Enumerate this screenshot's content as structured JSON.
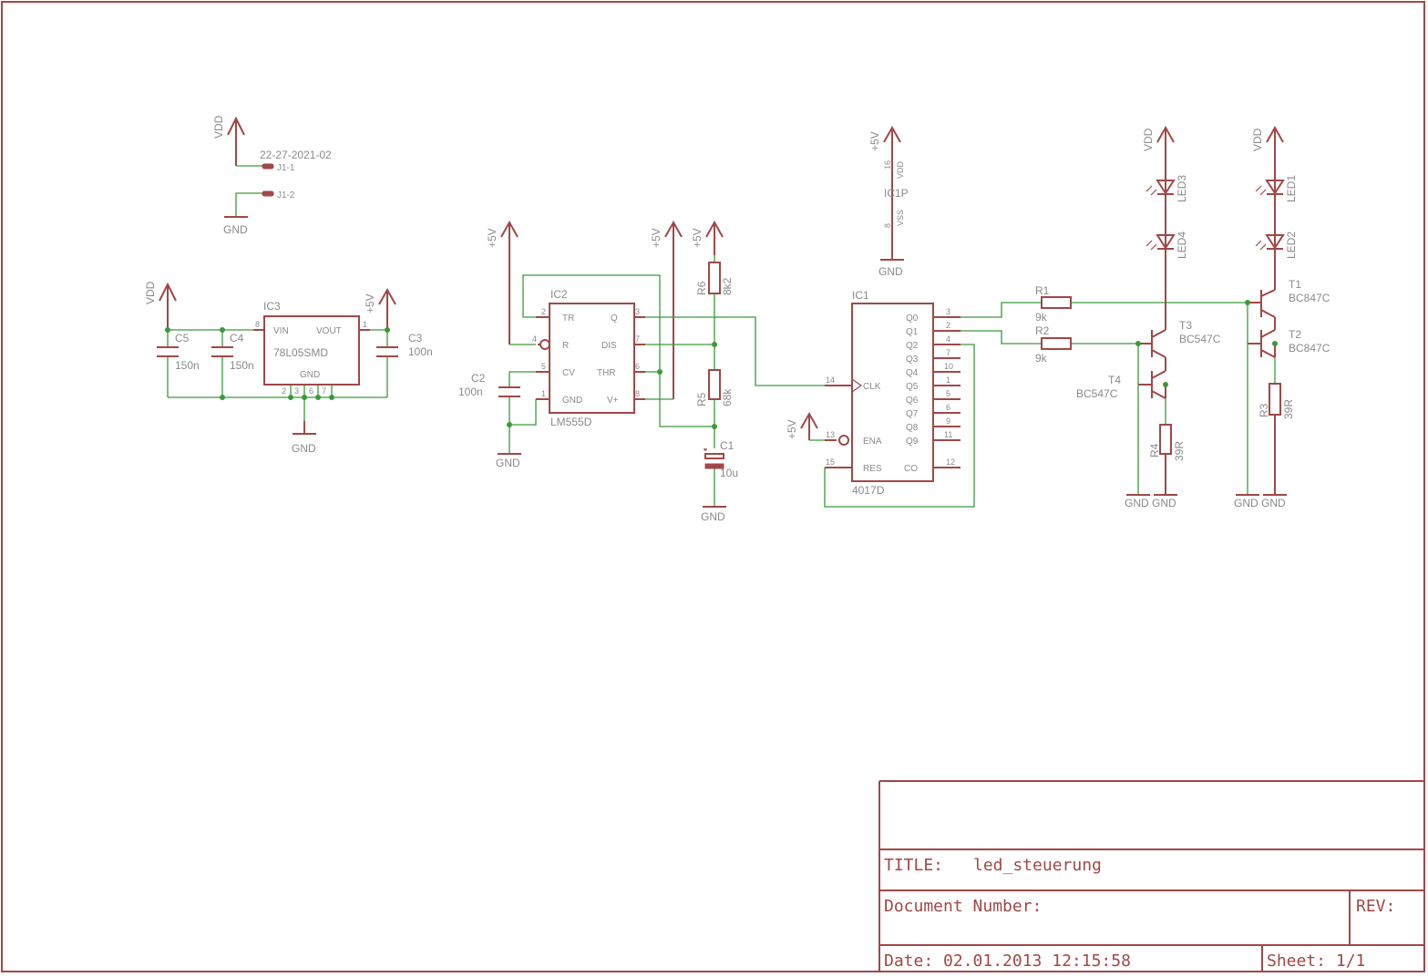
{
  "frame": {
    "title_label": "TITLE:",
    "title": "led_steuerung",
    "doc_number_label": "Document Number:",
    "rev_label": "REV:",
    "date": "Date: 02.01.2013 12:15:58",
    "sheet": "Sheet: 1/1"
  },
  "power": {
    "vdd": "VDD",
    "p5v": "+5V",
    "gnd": "GND"
  },
  "connector": {
    "part": "22-27-2021-02",
    "pin1": "J1-1",
    "pin2": "J1-2"
  },
  "regulator": {
    "name": "IC3",
    "value": "78L05SMD",
    "vin": "VIN",
    "vout": "VOUT",
    "gnd": "GND",
    "pin_vin": "8",
    "pin_vout": "1",
    "gnd_pins": [
      "2",
      "3",
      "6",
      "7"
    ]
  },
  "caps": {
    "c5": "C5",
    "c5_val": "150n",
    "c4": "C4",
    "c4_val": "150n",
    "c3": "C3",
    "c3_val": "100n",
    "c2": "C2",
    "c2_val": "100n",
    "c1": "C1",
    "c1_val": "10u"
  },
  "timer": {
    "name": "IC2",
    "value": "LM555D",
    "tr": "TR",
    "r": "R",
    "cv": "CV",
    "gnd": "GND",
    "q": "Q",
    "dis": "DIS",
    "thr": "THR",
    "vplus": "V+",
    "pins": [
      "2",
      "4",
      "5",
      "1",
      "3",
      "7",
      "6",
      "8"
    ]
  },
  "resistors": {
    "r6": "R6",
    "r6_val": "8k2",
    "r5": "R5",
    "r5_val": "68k",
    "r1": "R1",
    "r1_val": "9k",
    "r2": "R2",
    "r2_val": "9k",
    "r3": "R3",
    "r3_val": "39R",
    "r4": "R4",
    "r4_val": "39R"
  },
  "counter": {
    "name": "IC1",
    "value": "4017D",
    "clk": "CLK",
    "ena": "ENA",
    "res": "RES",
    "co": "CO",
    "outputs": [
      "Q0",
      "Q1",
      "Q2",
      "Q3",
      "Q4",
      "Q5",
      "Q6",
      "Q7",
      "Q8",
      "Q9"
    ],
    "output_pins": [
      "3",
      "2",
      "4",
      "7",
      "10",
      "1",
      "5",
      "6",
      "9",
      "11"
    ],
    "pin_clk": "14",
    "pin_ena": "13",
    "pin_res": "15",
    "pin_co": "12"
  },
  "counter_power": {
    "name": "IC1P",
    "pin_vdd": "16",
    "vdd": "VDD",
    "pin_vss": "8",
    "vss": "VSS"
  },
  "leds": {
    "led1": "LED1",
    "led2": "LED2",
    "led3": "LED3",
    "led4": "LED4"
  },
  "transistors": {
    "t1": "T1",
    "t1_val": "BC847C",
    "t2": "T2",
    "t2_val": "BC847C",
    "t3": "T3",
    "t3_val": "BC547C",
    "t4": "T4",
    "t4_val": "BC547C"
  }
}
